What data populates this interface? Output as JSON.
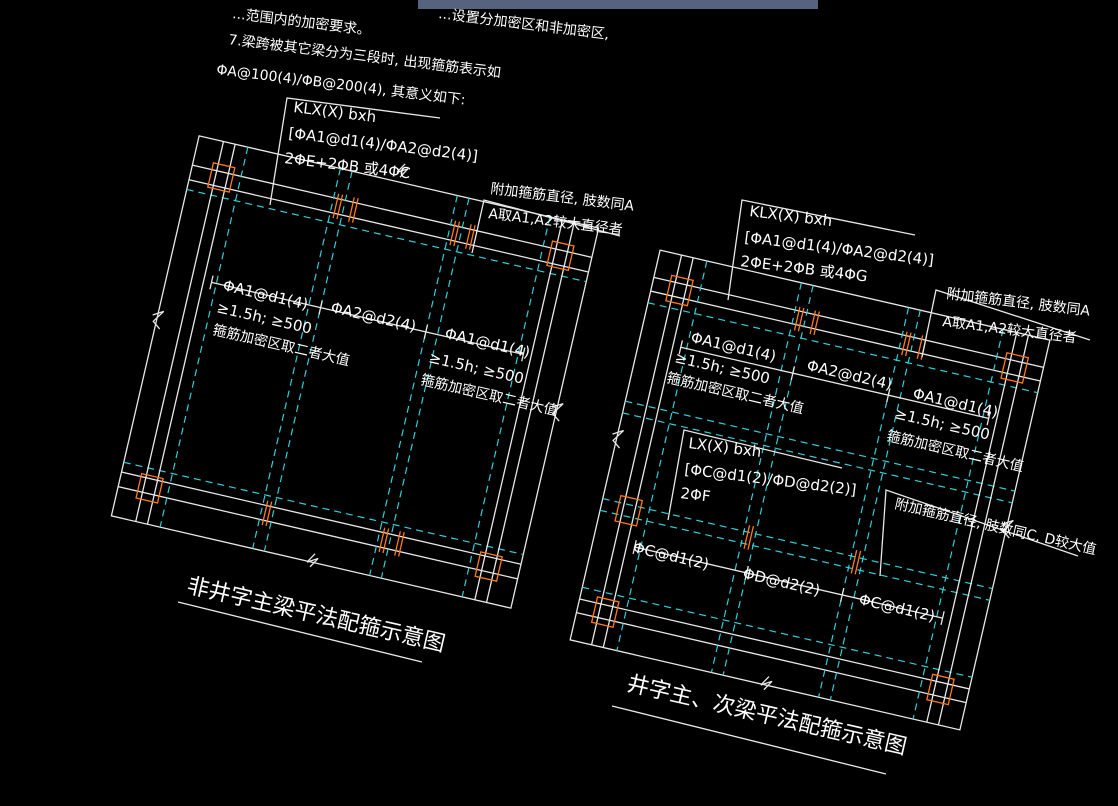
{
  "top_notes": {
    "line1": "...范围内的加密要求。",
    "line1b": "...设置分加密区和非加密区,",
    "line2": "7.梁跨被其它梁分为三段时, 出现箍筋表示如",
    "line3": "ΦA@100(4)/ΦB@200(4), 其意义如下:"
  },
  "left_diagram": {
    "beam_label": "KLX(X) bxh",
    "beam_stirrup": "[ΦA1@d1(4)/ΦA2@d2(4)]",
    "beam_bars": "2ΦE+2ΦB 或4ΦC",
    "addl_note1": "附加箍筋直径, 肢数同A",
    "addl_note2": "A取A1,A2较大直径者",
    "zone_left_stirrup": "ΦA1@d1(4)",
    "zone_left_len": "≥1.5h; ≥500",
    "zone_left_desc": "箍筋加密区取二者大值",
    "zone_mid_stirrup": "ΦA2@d2(4)",
    "zone_right_stirrup": "ΦA1@d1(4)",
    "zone_right_len": "≥1.5h; ≥500",
    "zone_right_desc": "箍筋加密区取二者大值",
    "caption": "非井字主梁平法配箍示意图"
  },
  "right_diagram": {
    "beam_label": "KLX(X) bxh",
    "beam_stirrup": "[ΦA1@d1(4)/ΦA2@d2(4)]",
    "beam_bars": "2ΦE+2ΦB 或4ΦG",
    "addl_note1": "附加箍筋直径, 肢数同A",
    "addl_note2": "A取A1,A2较大直径者",
    "zone_left_stirrup": "ΦA1@d1(4)",
    "zone_left_len": "≥1.5h; ≥500",
    "zone_left_desc": "箍筋加密区取二者大值",
    "zone_mid_stirrup": "ΦA2@d2(4)",
    "zone_right_stirrup": "ΦA1@d1(4)",
    "zone_right_len": "≥1.5h; ≥500",
    "zone_right_desc": "箍筋加密区取二者大值",
    "sec_label": "LX(X) bxh",
    "sec_stirrup": "[ΦC@d1(2)/ΦD@d2(2)]",
    "sec_bars": "2ΦF",
    "sec_note": "附加箍筋直径, 肢数同C, D较大值",
    "sec_zone_left": "ΦC@d1(2)",
    "sec_zone_mid": "ΦD@d2(2)",
    "sec_zone_right": "ΦC@d1(2)",
    "caption": "井字主、次梁平法配箍示意图"
  },
  "colors": {
    "background": "#000000",
    "line": "#e8e8e8",
    "hidden_line": "#2fd0d8",
    "stirrup_mark": "#ff7a1a",
    "top_bar": "#55637e"
  }
}
